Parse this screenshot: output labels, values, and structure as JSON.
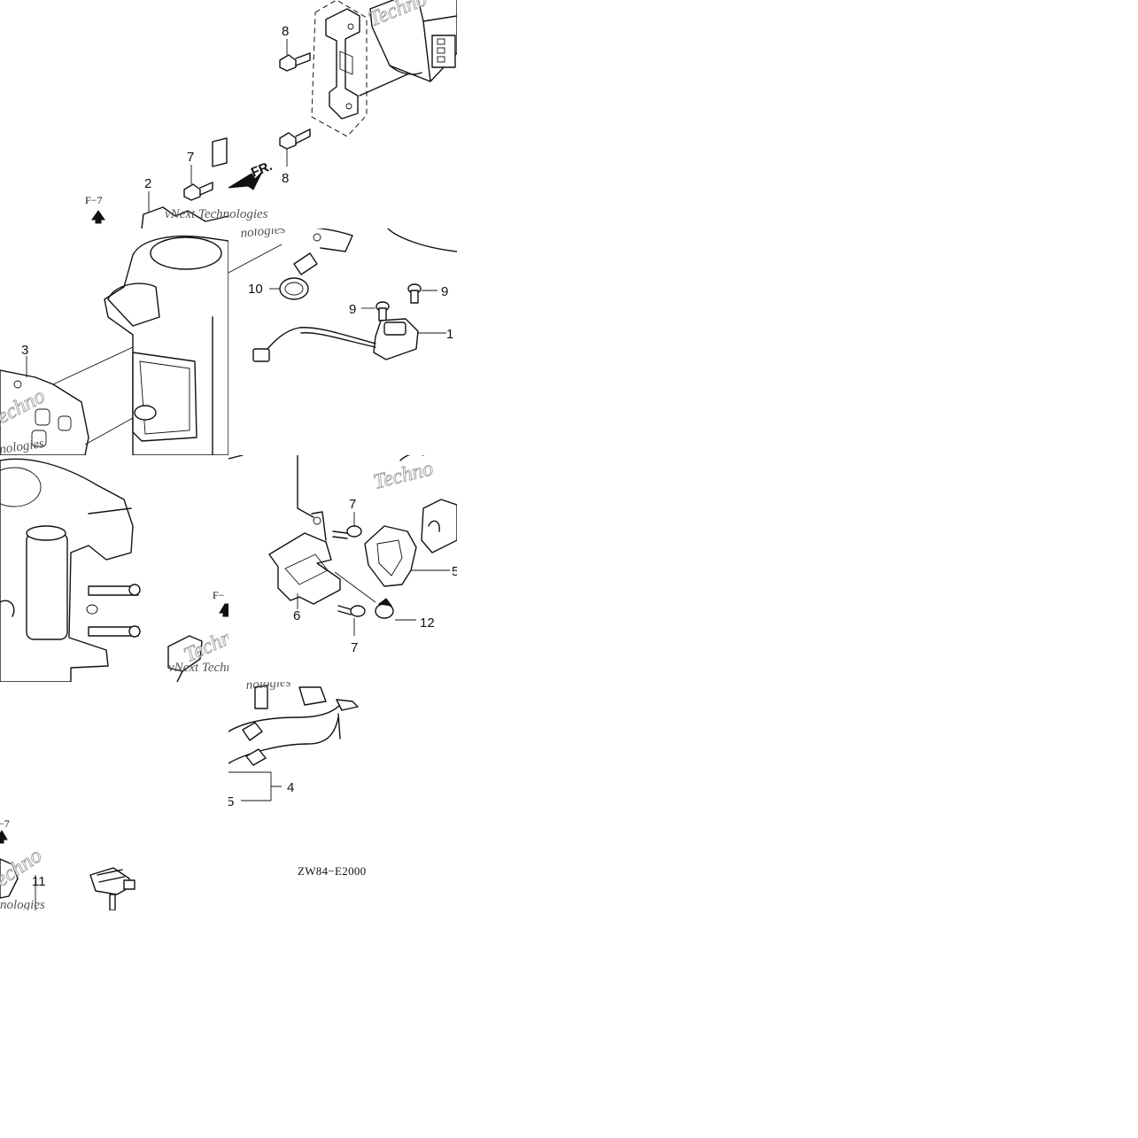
{
  "diagram": {
    "callouts": [
      "1",
      "2",
      "3",
      "4",
      "5",
      "6",
      "7",
      "8",
      "9",
      "10",
      "11",
      "12"
    ],
    "part_labels": {
      "p1": "1",
      "p2": "2",
      "p3": "3",
      "p4": "4",
      "p5": "5",
      "p6": "6",
      "p7a": "7",
      "p7b": "7",
      "p7c": "7",
      "p8a": "8",
      "p8b": "8",
      "p9a": "9",
      "p9b": "9",
      "p10": "10",
      "p11": "11",
      "p12": "12"
    },
    "front_marker": "FR.",
    "ref_f7": "F−7",
    "ref_f7_partial": "F−",
    "ref_f7_tail": "−7",
    "watermark_primary": "vNext Technologies",
    "watermark_word_a": "Techno",
    "watermark_word_b": "nologies",
    "diagram_code": "ZW84−E2000"
  }
}
